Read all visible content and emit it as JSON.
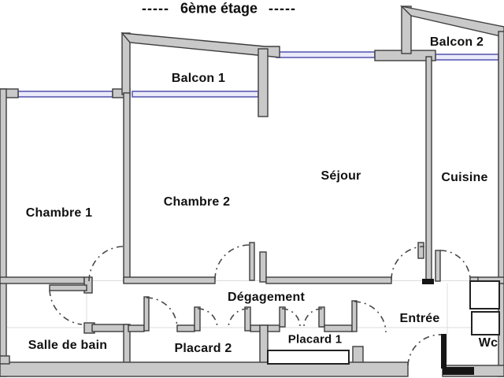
{
  "title": {
    "dashes": "-----",
    "text": "6ème étage"
  },
  "floor_plan": {
    "rooms": {
      "balcon1": {
        "label": "Balcon 1"
      },
      "balcon2": {
        "label": "Balcon 2"
      },
      "chambre1": {
        "label": "Chambre 1"
      },
      "chambre2": {
        "label": "Chambre 2"
      },
      "sejour": {
        "label": "Séjour"
      },
      "cuisine": {
        "label": "Cuisine"
      },
      "degagement": {
        "label": "Dégagement"
      },
      "salle_de_bain": {
        "label": "Salle de bain"
      },
      "placard1": {
        "label": "Placard 1"
      },
      "placard2": {
        "label": "Placard 2"
      },
      "entree": {
        "label": "Entrée"
      },
      "wc": {
        "label": "Wc"
      }
    },
    "colors": {
      "background": "#ffffff",
      "wall_fill": "#c9c9c9",
      "wall_outline": "#3d3d3d",
      "window_line": "#5c5cb2",
      "window_fill": "#eaeafa",
      "door_arc": "#474747",
      "black_elements": "#151515",
      "floor_joint_line": "#dcdcdc",
      "label_text": "#111111"
    }
  }
}
